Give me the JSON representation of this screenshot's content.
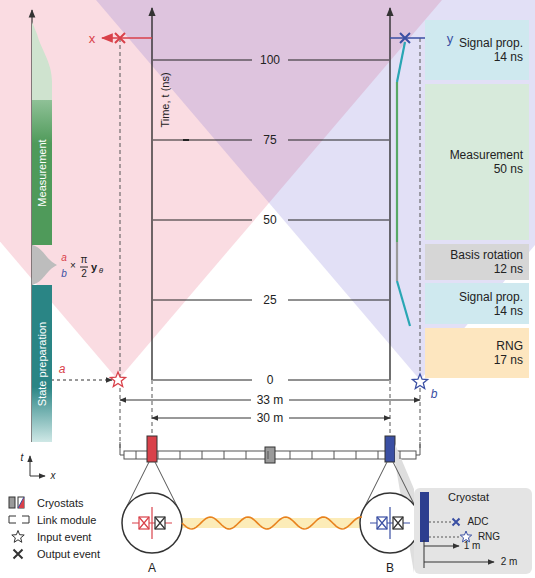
{
  "diagram": {
    "nodes": [
      {
        "text": [
          "Measurement"
        ]
      },
      {
        "text": [
          "State preparation"
        ]
      },
      {
        "text": [
          "Signal prop.",
          "14 ns"
        ]
      },
      {
        "text": [
          "Measurement",
          "50 ns"
        ]
      },
      {
        "text": [
          "Basis rotation",
          "12 ns"
        ]
      },
      {
        "text": [
          "Signal prop.",
          "14 ns"
        ]
      },
      {
        "text": [
          "RNG",
          "17 ns"
        ]
      },
      {
        "text": [
          "Cryostat"
        ]
      }
    ],
    "labels": [
      "x",
      "y",
      "100",
      "75",
      "50",
      "25",
      "0",
      "Time, t (ns)",
      "a",
      "b",
      "a",
      "b",
      "×",
      "π",
      "2",
      "y",
      "θ",
      "33 m",
      "30 m",
      "t",
      "x",
      "A",
      "B",
      "ADC",
      "RNG",
      "1 m",
      "2 m"
    ],
    "legend": [
      {
        "text": "Cryostats"
      },
      {
        "text": "Link module"
      },
      {
        "text": "Input event"
      },
      {
        "text": "Output event"
      }
    ]
  }
}
